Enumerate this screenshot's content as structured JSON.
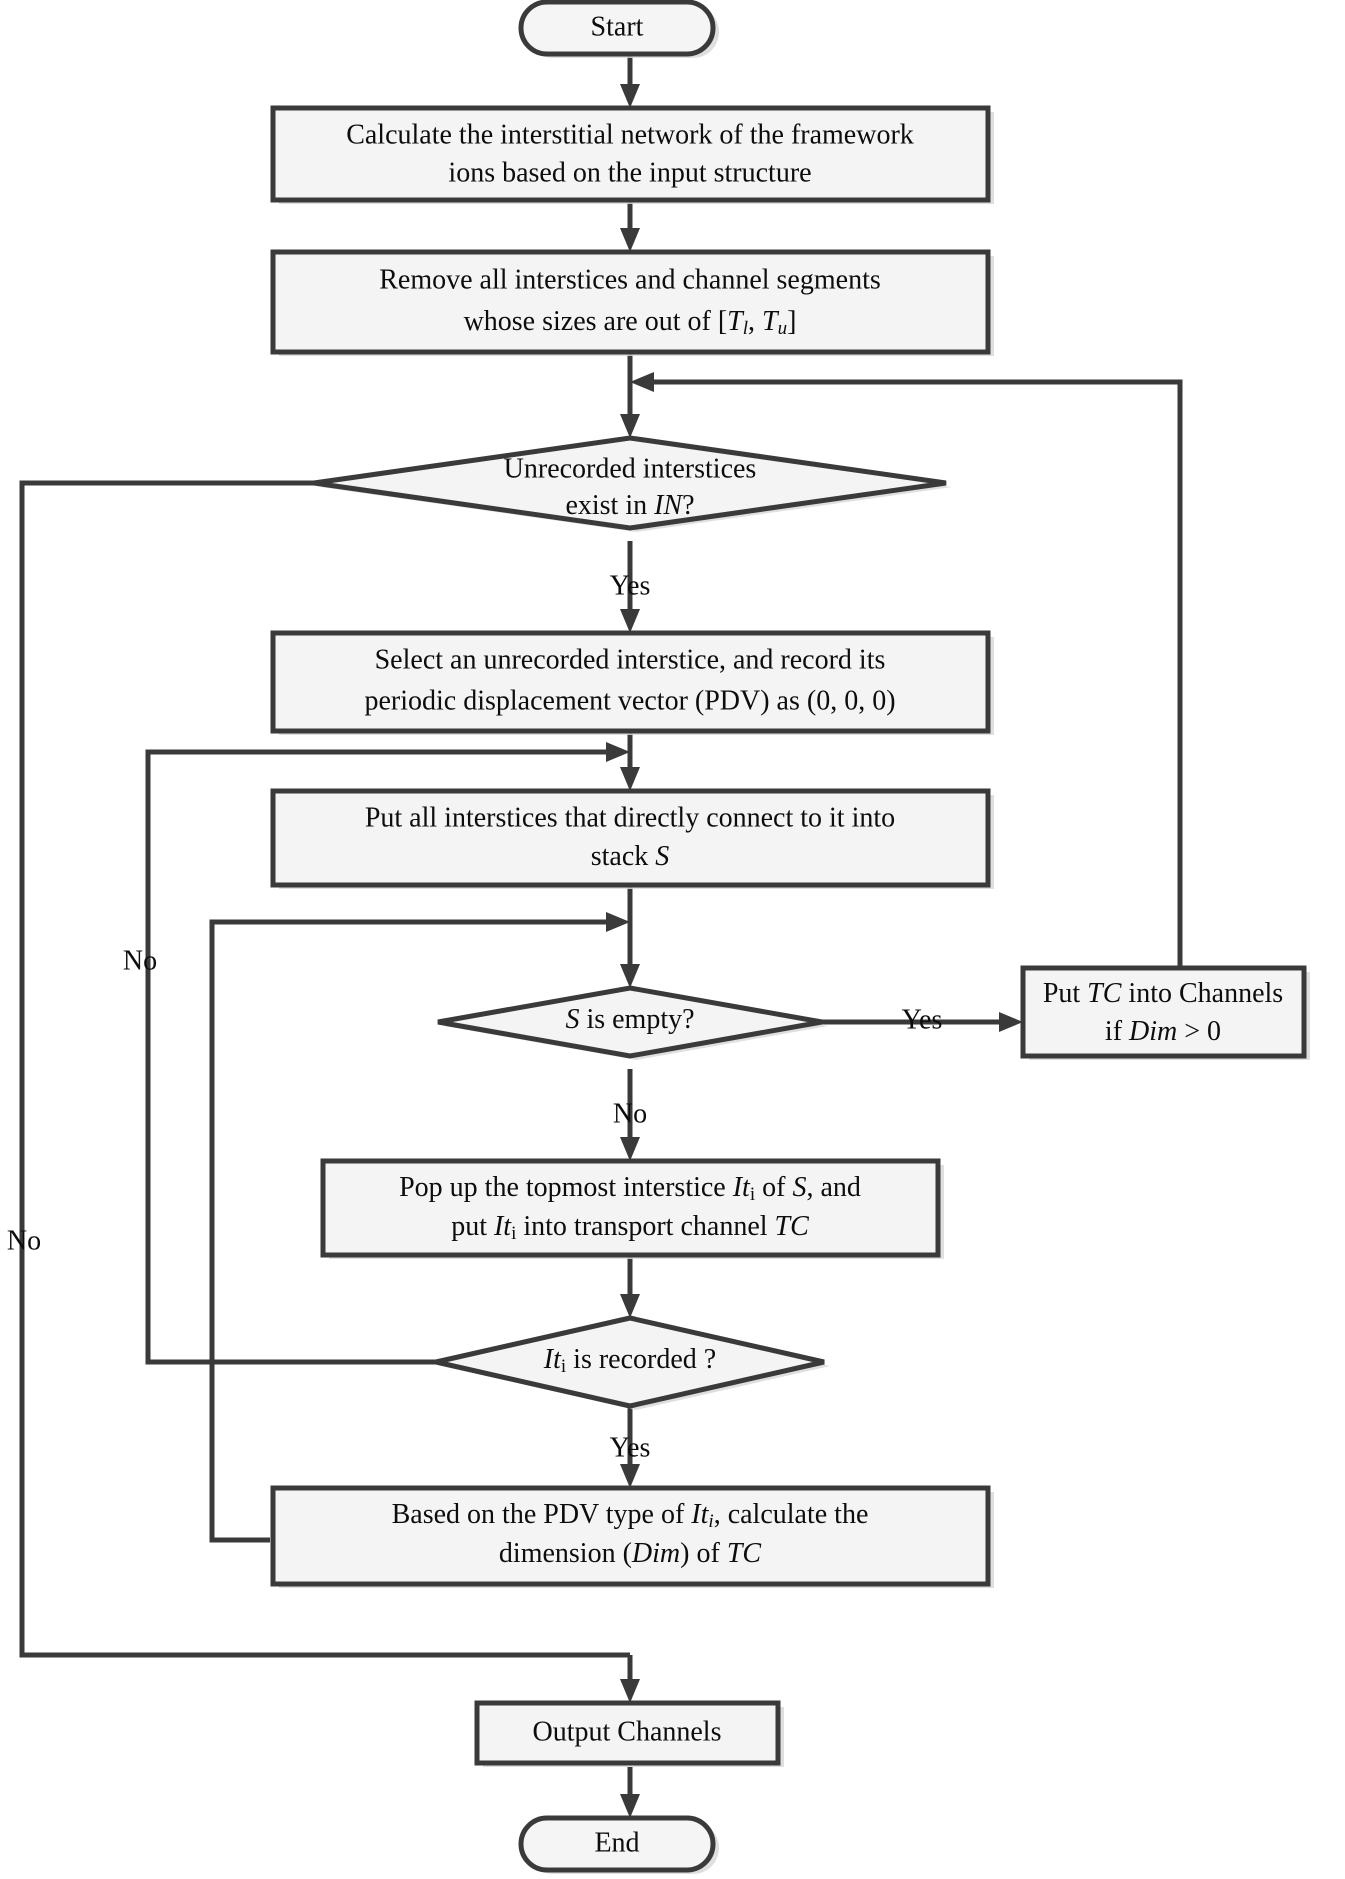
{
  "diagram": {
    "type": "flowchart",
    "title": "Transport channel identification algorithm flowchart",
    "orientation": "top-to-bottom",
    "background": "#ffffff",
    "node_fill": "#f4f4f4",
    "node_stroke": "#3a3a3a",
    "text_color": "#0d0d0d"
  },
  "nodes": {
    "start": {
      "shape": "terminator",
      "label": "Start"
    },
    "calc_network": {
      "shape": "process",
      "line1": "Calculate the interstitial network of the framework",
      "line2": "ions based on the input structure"
    },
    "remove_interstices": {
      "shape": "process",
      "line1": "Remove all interstices and channel segments",
      "line2_prefix": "whose sizes are out of [",
      "line2_sym1": "T",
      "line2_sub1": "l",
      "line2_mid": ", ",
      "line2_sym2": "T",
      "line2_sub2": "u",
      "line2_suffix": "]"
    },
    "unrecorded_check": {
      "shape": "decision",
      "line1": "Unrecorded interstices",
      "line2_prefix": "exist in ",
      "line2_sym": "IN",
      "line2_suffix": "?"
    },
    "select_interstice": {
      "shape": "process",
      "line1": "Select an unrecorded interstice, and record its",
      "line2": "periodic displacement vector (PDV) as (0, 0, 0)"
    },
    "put_into_stack": {
      "shape": "process",
      "line1": "Put all interstices that directly connect to it into",
      "line2_prefix": "stack ",
      "line2_sym": "S"
    },
    "stack_empty_check": {
      "shape": "decision",
      "prefix": "",
      "sym": "S",
      "suffix": " is empty?"
    },
    "put_tc_channels": {
      "shape": "process",
      "line1_prefix": "Put ",
      "line1_sym": "TC",
      "line1_suffix": " into Channels",
      "line2_prefix": "if ",
      "line2_sym": "Dim",
      "line2_suffix": " > 0"
    },
    "pop_topmost": {
      "shape": "process",
      "line1_a": "Pop up the topmost interstice ",
      "line1_sym": "It",
      "line1_sub": "i",
      "line1_b": " of ",
      "line1_sym2": "S",
      "line1_c": ", and",
      "line2_a": "put ",
      "line2_sym": "It",
      "line2_sub": "i",
      "line2_b": " into transport channel ",
      "line2_sym2": "TC"
    },
    "is_recorded_check": {
      "shape": "decision",
      "sym": "It",
      "sub": "i",
      "suffix": " is recorded ?"
    },
    "calc_dimension": {
      "shape": "process",
      "line1_a": "Based on the PDV type of ",
      "line1_sym": "It",
      "line1_sub": "i",
      "line1_b": ", calculate the",
      "line2_a": "dimension (",
      "line2_sym": "Dim",
      "line2_b": ") of ",
      "line2_sym2": "TC"
    },
    "output_channels": {
      "shape": "process",
      "label": "Output Channels"
    },
    "end": {
      "shape": "terminator",
      "label": "End"
    }
  },
  "edge_labels": {
    "unrecorded_yes": "Yes",
    "unrecorded_no": "No",
    "stack_empty_yes": "Yes",
    "stack_empty_no": "No",
    "recorded_yes": "Yes",
    "recorded_no": "No"
  }
}
